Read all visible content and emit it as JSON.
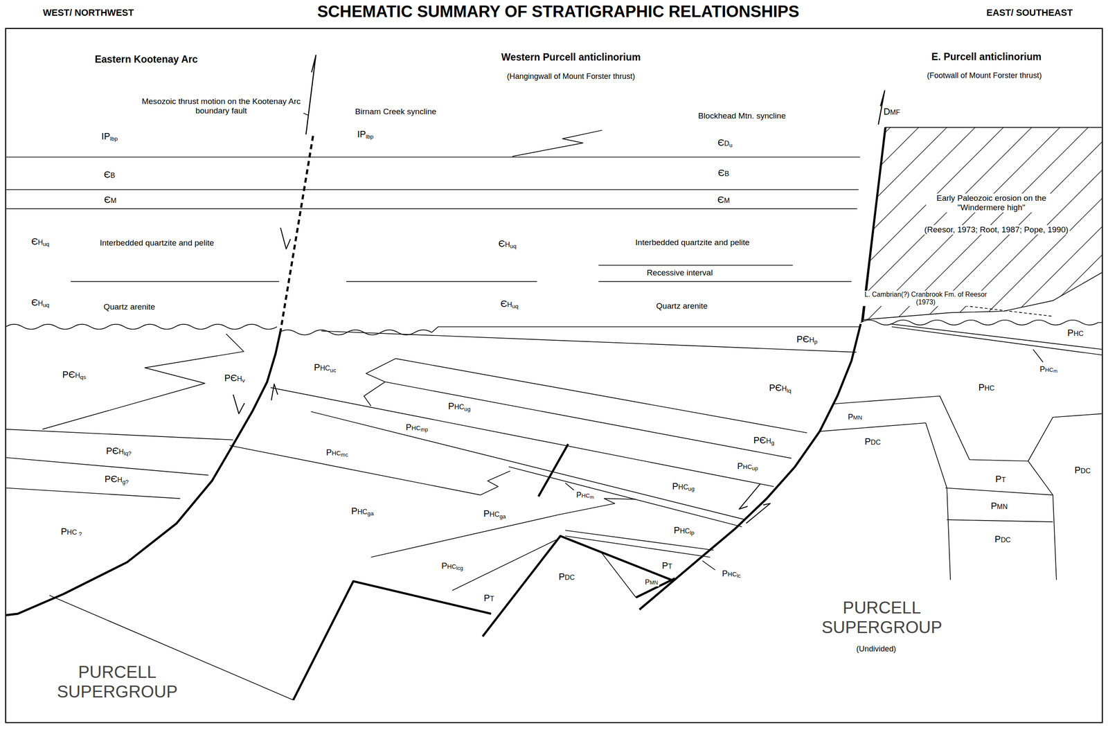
{
  "diagram": {
    "title": "SCHEMATIC SUMMARY OF STRATIGRAPHIC RELATIONSHIPS",
    "labels": [
      "WEST/ NORTHWEST",
      "EAST/ SOUTHEAST",
      "Eastern Kootenay Arc",
      "Western Purcell anticlinorium",
      "(Hangingwall of Mount Forster thrust)",
      "E. Purcell anticlinorium",
      "(Footwall of Mount Forster thrust)",
      "Mesozoic thrust motion on the Kootenay Arc boundary fault",
      "Birnam Creek syncline",
      "Blockhead Mtn. syncline",
      "DMF",
      "IPlbp",
      "IPlbp",
      "ЄDu",
      "ЄB",
      "ЄB",
      "ЄM",
      "ЄM",
      "ЄHuq",
      "Interbedded quartzite and pelite",
      "ЄHuq",
      "Interbedded quartzite and pelite",
      "Recessive interval",
      "ЄHuq",
      "Quartz arenite",
      "ЄHuq",
      "Quartz arenite",
      "Early Paleozoic erosion on the \"Windermere high\"",
      "(Reesor, 1973; Root, 1987; Pope, 1990)",
      "L. Cambrian(?) Cranbrook Fm. of Reesor (1973)",
      "PЄHp",
      "PHC",
      "PHCm",
      "PЄHqs",
      "PHCuc",
      "PЄHv",
      "PЄHlq",
      "PHC",
      "PMN",
      "PDC",
      "PDC",
      "PЄHlq?",
      "PЄHg?",
      "PHCug",
      "PHCmp",
      "PHCmc",
      "PЄHg",
      "PHCup",
      "PHCug",
      "PT",
      "PMN",
      "PDC",
      "PHC ?",
      "PHCm",
      "PHCga",
      "PHCga",
      "PHClp",
      "PT",
      "PMN",
      "PHClc",
      "PHClcg",
      "PT",
      "PDC",
      "PURCELL SUPERGROUP",
      "(Undivided)",
      "PURCELL SUPERGROUP"
    ]
  }
}
